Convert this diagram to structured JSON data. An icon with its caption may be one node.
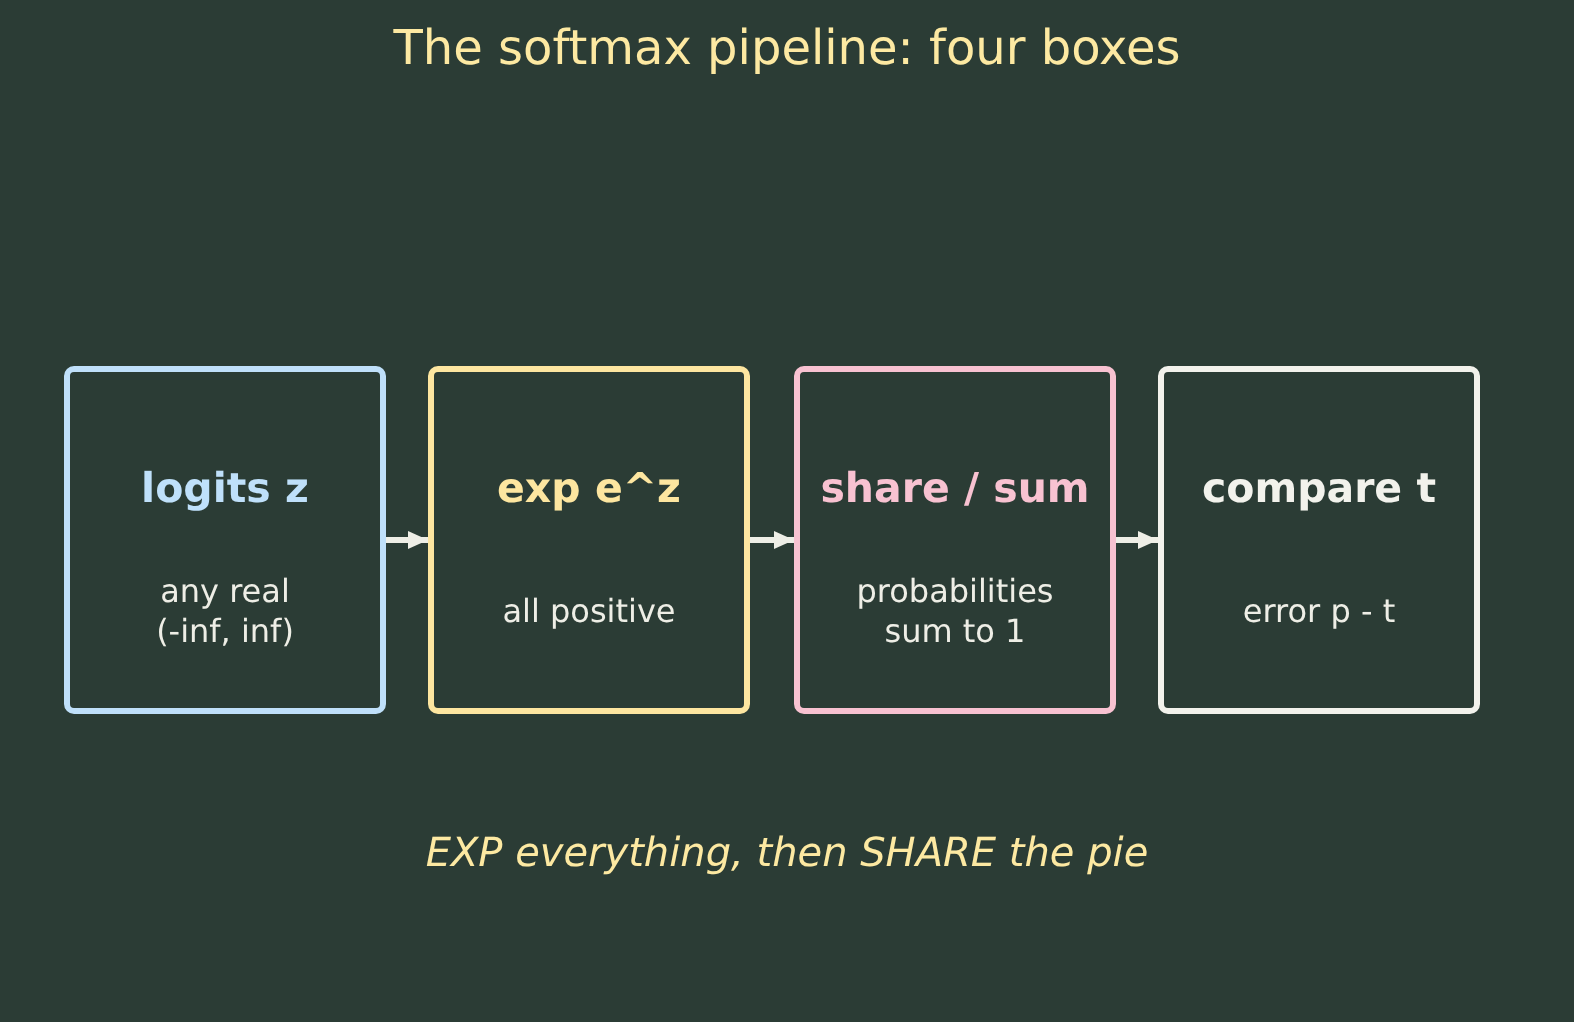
{
  "diagram": {
    "title": "The softmax pipeline: four boxes",
    "caption": "EXP everything, then SHARE the pie",
    "nodes": [
      {
        "text": [
          "logits z",
          "any real (-inf, inf)"
        ]
      },
      {
        "text": [
          "exp e^z",
          "all positive"
        ]
      },
      {
        "text": [
          "share / sum",
          "probabilities sum to 1"
        ]
      },
      {
        "text": [
          "compare t",
          "error p - t"
        ]
      }
    ],
    "edges": [
      {
        "from": 0,
        "to": 1,
        "arrow": "to"
      },
      {
        "from": 1,
        "to": 2,
        "arrow": "to"
      },
      {
        "from": 2,
        "to": 3,
        "arrow": "to"
      }
    ]
  }
}
